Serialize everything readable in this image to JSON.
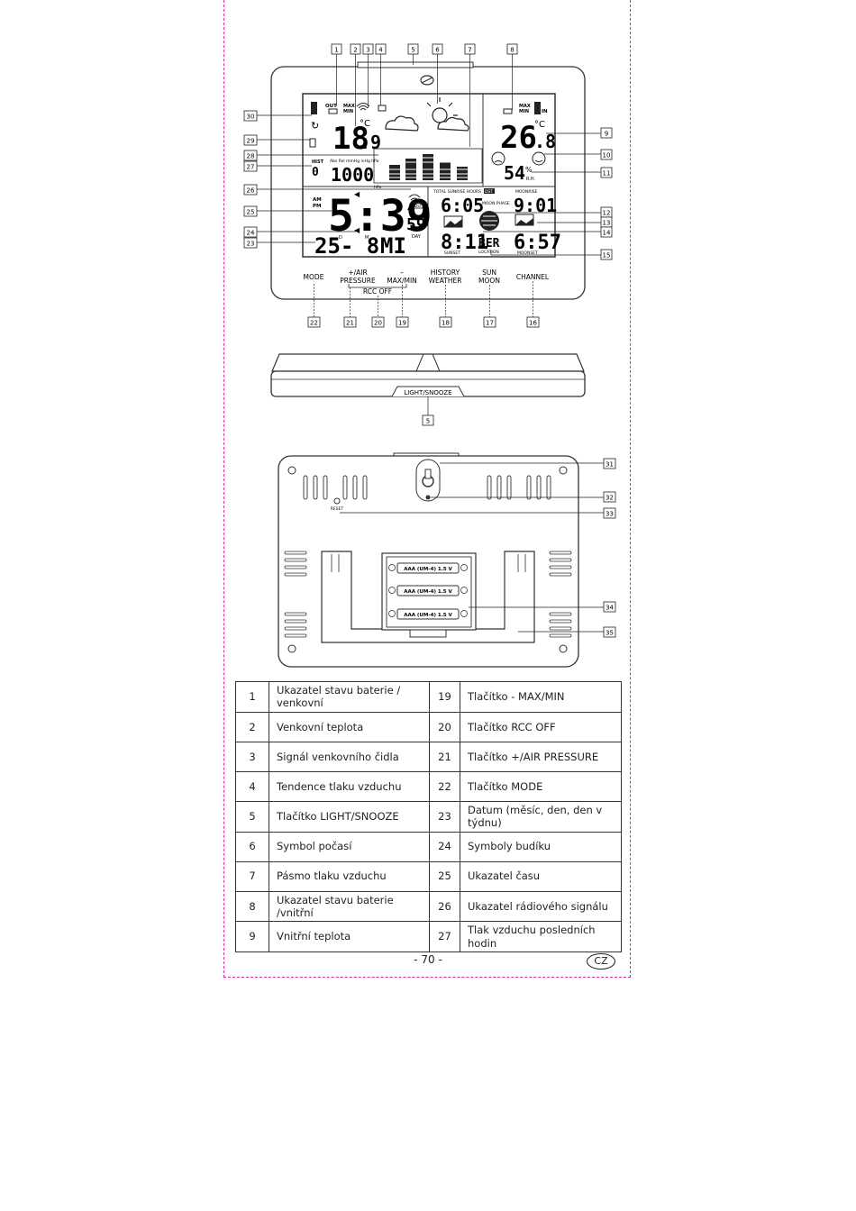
{
  "callouts_front_top": [
    "1",
    "2",
    "3",
    "4",
    "5",
    "6",
    "7",
    "8"
  ],
  "callouts_front_right": [
    "9",
    "10",
    "11",
    "12",
    "13",
    "14",
    "15"
  ],
  "callouts_front_left": [
    "30",
    "29",
    "28",
    "27",
    "26",
    "25",
    "24",
    "23"
  ],
  "callouts_front_bottom": [
    "22",
    "21",
    "20",
    "19",
    "18",
    "17",
    "16"
  ],
  "callout_side": "5",
  "callouts_back": [
    "31",
    "32",
    "33",
    "34",
    "35"
  ],
  "buttons": {
    "mode": "MODE",
    "air_pressure_1": "+/AIR",
    "air_pressure_2": "PRESSURE",
    "rcc_off": "RCC OFF",
    "minus": "–",
    "max_min": "MAX/MIN",
    "history_1": "HISTORY",
    "history_2": "WEATHER",
    "sun_1": "SUN",
    "sun_2": "MOON",
    "channel": "CHANNEL",
    "light_snooze": "LIGHT/SNOOZE",
    "reset": "RESET"
  },
  "lcd": {
    "out": "OUT",
    "in": "IN",
    "max": "MAX",
    "min": "MIN",
    "out_temp": "18",
    "out_temp_dec": ".9",
    "celsius": "°C",
    "in_temp": "26",
    "in_temp_dec": ".8",
    "humidity": "54",
    "humidity_unit": "%",
    "rh": "R.H.",
    "hist": "HIST",
    "hist_value": "0",
    "pressure_label": "Abs Rel mmHg inHg hPa",
    "pressure": "1000",
    "pressure_unit": "hPa",
    "am": "AM",
    "pm": "PM",
    "time": "5:39",
    "seconds": "59",
    "dst": "DST",
    "total_label": "TOTAL SUNRISE HOURS",
    "total_value": "6:05",
    "moon_phase": "MOON PHASE",
    "moonrise_label": "MOONRISE",
    "moonrise_value": "9:01",
    "date": "25- 8",
    "date_d": "D",
    "date_m": "M",
    "weekday": "MI",
    "day": "DAY",
    "sunset_value": "8:11",
    "sunset_label": "SUNSET",
    "location_value": "BER",
    "location_label": "LOCATION",
    "moonset_value": "6:57",
    "moonset_label": "MOONSET"
  },
  "battery_label": "AAA (UM-4) 1.5 V",
  "legend": [
    {
      "n1": "1",
      "t1": "Ukazatel stavu baterie / venkovní",
      "n2": "19",
      "t2": "Tlačítko - MAX/MIN"
    },
    {
      "n1": "2",
      "t1": "Venkovní teplota",
      "n2": "20",
      "t2": "Tlačítko RCC OFF"
    },
    {
      "n1": "3",
      "t1": "Signál venkovního čidla",
      "n2": "21",
      "t2": "Tlačítko +/AIR PRESSURE"
    },
    {
      "n1": "4",
      "t1": "Tendence tlaku vzduchu",
      "n2": "22",
      "t2": "Tlačítko MODE"
    },
    {
      "n1": "5",
      "t1": "Tlačítko LIGHT/SNOOZE",
      "n2": "23",
      "t2": "Datum (měsíc, den, den v týdnu)"
    },
    {
      "n1": "6",
      "t1": "Symbol počasí",
      "n2": "24",
      "t2": "Symboly budíku"
    },
    {
      "n1": "7",
      "t1": "Pásmo tlaku vzduchu",
      "n2": "25",
      "t2": "Ukazatel času"
    },
    {
      "n1": "8",
      "t1": "Ukazatel stavu baterie /vnitřní",
      "n2": "26",
      "t2": "Ukazatel rádiového signálu"
    },
    {
      "n1": "9",
      "t1": "Vnitřní teplota",
      "n2": "27",
      "t2": "Tlak vzduchu posledních hodin"
    }
  ],
  "footer": {
    "page": "- 70 -",
    "lang": "CZ"
  }
}
